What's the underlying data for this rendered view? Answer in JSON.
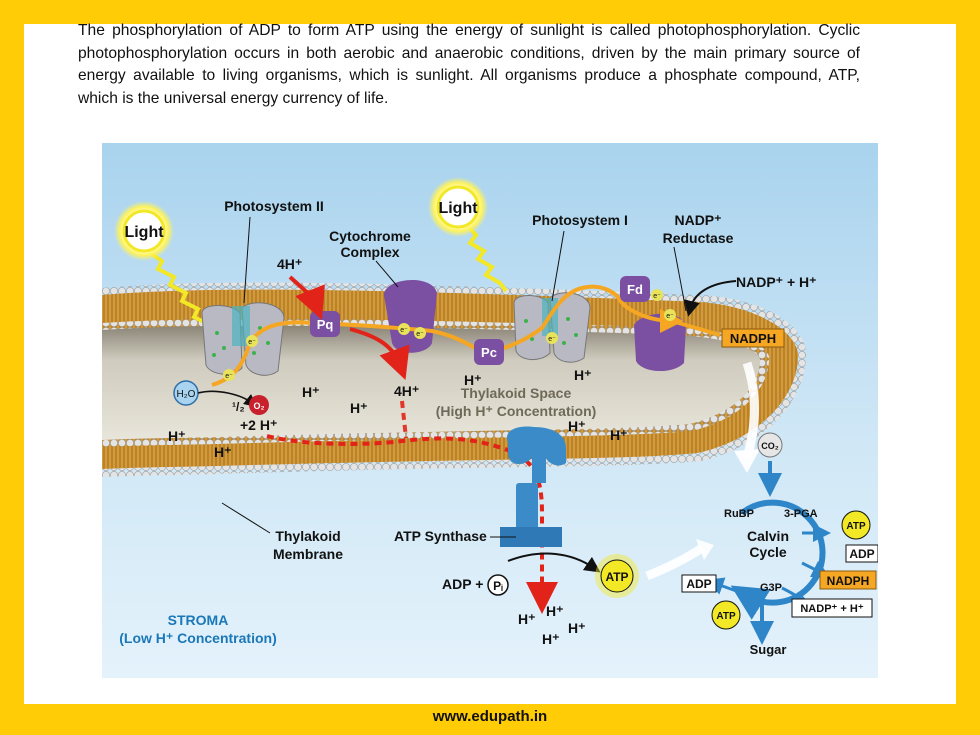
{
  "intro_text": "The phosphorylation of ADP to form ATP using the energy of sunlight is called photophosphorylation. Cyclic photophosphorylation occurs in both aerobic and anaerobic conditions, driven by the main primary source of energy available to living organisms, which is sunlight. All organisms produce a phosphate compound, ATP, which is the universal energy currency of life.",
  "footer": "www.edupath.in",
  "colors": {
    "frame": "#FFCC05",
    "membrane": "#C8902E",
    "protein": "#7B4FA2",
    "arrow_red": "#E2231A",
    "arrow_orange": "#F5A623",
    "stroma_label": "#1A78B8",
    "calvin_blue": "#2E86C9"
  },
  "labels": {
    "light_1": "Light",
    "light_2": "Light",
    "photosystem_2": "Photosystem II",
    "cytochrome": [
      "Cytochrome",
      "Complex"
    ],
    "photosystem_1": "Photosystem I",
    "nadp_reductase": [
      "NADP⁺",
      "Reductase"
    ],
    "nadp_plus_h": "NADP⁺ + H⁺",
    "nadph_out": "NADPH",
    "four_h_top": "4H⁺",
    "pq": "Pq",
    "pc": "Pc",
    "fd": "Fd",
    "electron": "e⁻",
    "water": "H₂O",
    "half": "¹/₂",
    "o2": "O₂",
    "two_h": "+2 H⁺",
    "four_h_inner": "4H⁺",
    "h_plus": "H⁺",
    "lumen": [
      "Thylakoid Space",
      "(High H⁺ Concentration)"
    ],
    "atp_synthase": "ATP Synthase",
    "adp_pi": "ADP + ",
    "pi": "Pᵢ",
    "atp": "ATP",
    "thylakoid_membrane": [
      "Thylakoid",
      "Membrane"
    ],
    "stroma": [
      "STROMA",
      "(Low H⁺ Concentration)"
    ],
    "co2": "CO₂"
  },
  "calvin": {
    "title": [
      "Calvin",
      "Cycle"
    ],
    "rubp": "RuBP",
    "pga": "3-PGA",
    "g3p": "G3P",
    "atp": "ATP",
    "adp": "ADP",
    "nadph": "NADPH",
    "nadp_out": "NADP⁺ + H⁺",
    "adp_left": "ADP",
    "atp_bottom": "ATP",
    "sugar": "Sugar"
  }
}
